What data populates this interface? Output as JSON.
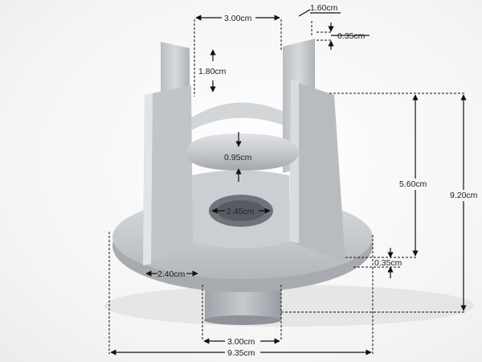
{
  "product": {
    "material_color": "#c9ccd0",
    "shadow_color": "#9ea2a7"
  },
  "dimensions": {
    "post_spacing": "3.00cm",
    "post_width": "1.60cm",
    "post_thickness": "0.35cm",
    "post_top_height": "1.80cm",
    "crossbar_thickness": "0.95cm",
    "side_height": "5.60cm",
    "total_height": "9.20cm",
    "hole_diameter": "2.45cm",
    "base_thickness": "0.35cm",
    "base_inset": "2.40cm",
    "stem_diameter": "3.00cm",
    "base_diameter": "9.35cm"
  }
}
